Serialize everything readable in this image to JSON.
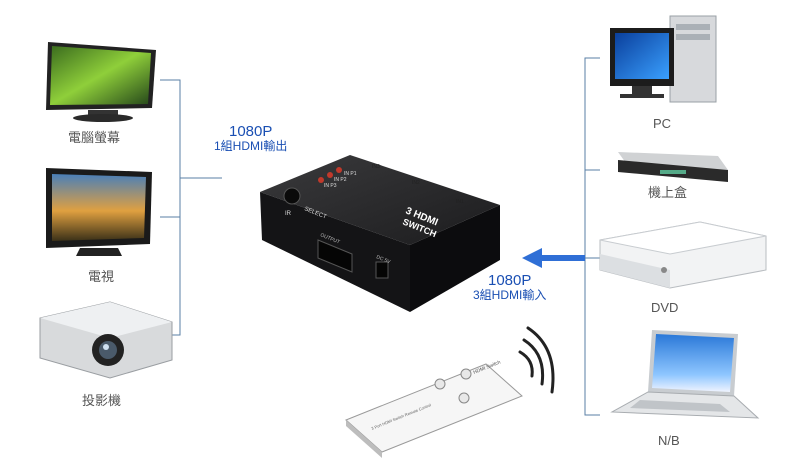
{
  "output_devices": [
    {
      "label": "電腦螢幕",
      "icon": "monitor-icon"
    },
    {
      "label": "電視",
      "icon": "tv-icon"
    },
    {
      "label": "投影機",
      "icon": "projector-icon"
    }
  ],
  "input_devices": [
    {
      "label": "PC",
      "icon": "desktop-pc-icon"
    },
    {
      "label": "機上盒",
      "icon": "set-top-box-icon"
    },
    {
      "label": "DVD",
      "icon": "dvd-drive-icon"
    },
    {
      "label": "N/B",
      "icon": "laptop-icon"
    }
  ],
  "output_spec": {
    "resolution": "1080P",
    "desc": "1組HDMI輸出"
  },
  "input_spec": {
    "resolution": "1080P",
    "desc": "3組HDMI輸入"
  },
  "switch": {
    "brand": "3 HDMI",
    "model": "SWITCH",
    "select_label": "SELECT",
    "output_port_label": "OUTPUT",
    "dc_label": "DC 5V",
    "in_labels": [
      "IN1",
      "IN2",
      "IN3"
    ],
    "led_labels": [
      "IN P1",
      "IN P2",
      "IN P3"
    ],
    "ir_label": "IR"
  },
  "remote": {
    "header": "HDMI Switch",
    "footer": "3 Port HDMI Switch Remote Control"
  },
  "colors": {
    "line": "#5a7fa6",
    "accent_text": "#1a4fb3",
    "arrow": "#2f6fd6",
    "label": "#555555"
  }
}
